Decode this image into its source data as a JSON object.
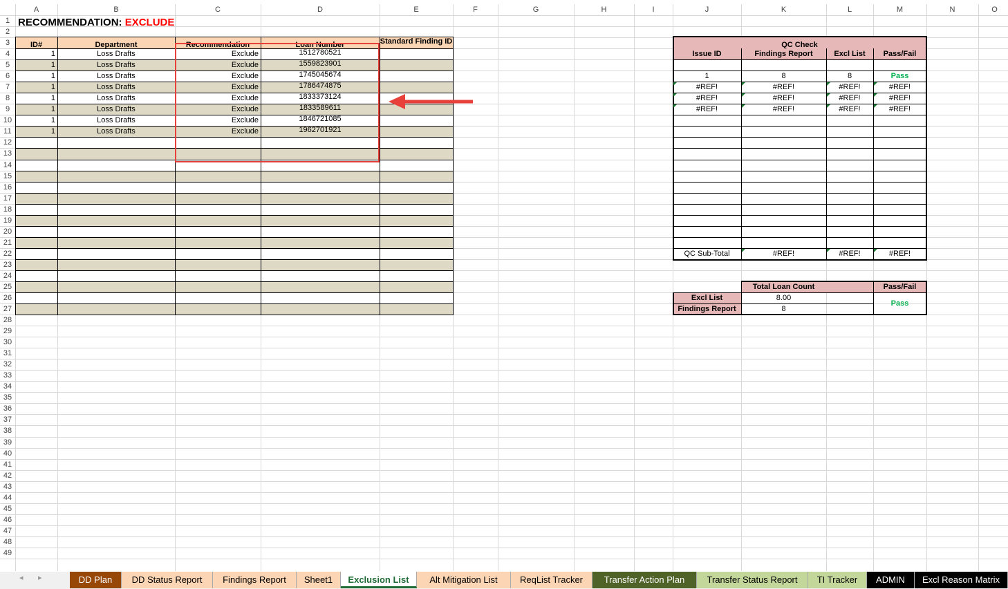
{
  "columns": [
    "A",
    "B",
    "C",
    "D",
    "E",
    "F",
    "G",
    "H",
    "I",
    "J",
    "K",
    "L",
    "M",
    "N",
    "O"
  ],
  "row_numbers": [
    1,
    2,
    3,
    4,
    5,
    6,
    7,
    8,
    9,
    10,
    11,
    12,
    13,
    14,
    15,
    16,
    17,
    18,
    19,
    20,
    21,
    22,
    23,
    24,
    25,
    26,
    27,
    28,
    29,
    30,
    31,
    32,
    33,
    34,
    35,
    36,
    37,
    38,
    39,
    40,
    41,
    42,
    43,
    44,
    45,
    46,
    47,
    48,
    49
  ],
  "title": {
    "prefix": "RECOMMENDATION:",
    "value": "EXCLUDE"
  },
  "main_table": {
    "headers": [
      "ID#",
      "Department",
      "Recommendation",
      "Loan Number",
      "Standard Finding ID"
    ],
    "rows": [
      [
        "1",
        "Loss Drafts",
        "Exclude",
        "1512780521",
        ""
      ],
      [
        "1",
        "Loss Drafts",
        "Exclude",
        "1559823901",
        ""
      ],
      [
        "1",
        "Loss Drafts",
        "Exclude",
        "1745045674",
        ""
      ],
      [
        "1",
        "Loss Drafts",
        "Exclude",
        "1786474875",
        ""
      ],
      [
        "1",
        "Loss Drafts",
        "Exclude",
        "1833373124",
        ""
      ],
      [
        "1",
        "Loss Drafts",
        "Exclude",
        "1833589611",
        ""
      ],
      [
        "1",
        "Loss Drafts",
        "Exclude",
        "1846721085",
        ""
      ],
      [
        "1",
        "Loss Drafts",
        "Exclude",
        "1962701921",
        ""
      ]
    ]
  },
  "qc_check": {
    "title": "QC Check",
    "headers": [
      "Issue ID",
      "Findings Report",
      "Excl List",
      "Pass/Fail"
    ],
    "rows": [
      [
        "",
        "",
        "",
        ""
      ],
      [
        "1",
        "8",
        "8",
        "Pass"
      ],
      [
        "#REF!",
        "#REF!",
        "#REF!",
        "#REF!"
      ],
      [
        "#REF!",
        "#REF!",
        "#REF!",
        "#REF!"
      ],
      [
        "#REF!",
        "#REF!",
        "#REF!",
        "#REF!"
      ]
    ],
    "subtotal": [
      "QC Sub-Total",
      "#REF!",
      "#REF!",
      "#REF!"
    ]
  },
  "loan_count": {
    "headers": [
      "Total Loan Count",
      "Pass/Fail"
    ],
    "rows": [
      {
        "label": "Excl List",
        "value": "8.00"
      },
      {
        "label": "Findings Report",
        "value": "8"
      }
    ],
    "result": "Pass"
  },
  "colors": {
    "header_peach": "#fcd5b4",
    "band": "#ddd9c4",
    "qc_pink": "#e6b8b7",
    "red": "#e8413c",
    "pass_green": "#00b050",
    "exclude_red": "#ff0000"
  },
  "sheet_tabs": [
    {
      "label": "DD Plan",
      "bg": "#974706",
      "fg": "#ffffff",
      "active": false
    },
    {
      "label": "DD Status Report",
      "bg": "#fcd5b4",
      "fg": "#000000",
      "active": false
    },
    {
      "label": "Findings Report",
      "bg": "#fcd5b4",
      "fg": "#000000",
      "active": false
    },
    {
      "label": "Sheet1",
      "bg": "#fcd5b4",
      "fg": "#000000",
      "active": false
    },
    {
      "label": "Exclusion List",
      "bg": "#ffffff",
      "fg": "#1e6b35",
      "active": true
    },
    {
      "label": "Alt Mitigation List",
      "bg": "#fcd5b4",
      "fg": "#000000",
      "active": false
    },
    {
      "label": "ReqList Tracker",
      "bg": "#fcd5b4",
      "fg": "#000000",
      "active": false
    },
    {
      "label": "Transfer Action Plan",
      "bg": "#4f6228",
      "fg": "#ffffff",
      "active": false
    },
    {
      "label": "Transfer Status Report",
      "bg": "#c4d79b",
      "fg": "#000000",
      "active": false
    },
    {
      "label": "TI Tracker",
      "bg": "#c4d79b",
      "fg": "#000000",
      "active": false
    },
    {
      "label": "ADMIN",
      "bg": "#000000",
      "fg": "#ffffff",
      "active": false
    },
    {
      "label": "Excl Reason Matrix",
      "bg": "#000000",
      "fg": "#ffffff",
      "active": false
    }
  ],
  "nav_icons": [
    "left-arrow-icon",
    "right-arrow-icon"
  ]
}
